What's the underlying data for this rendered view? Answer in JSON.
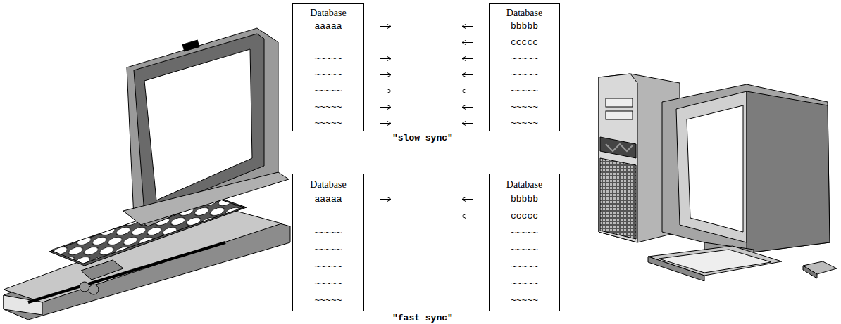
{
  "diagram": {
    "nodes": [
      {
        "text": [
          "Database",
          "aaaaa",
          "~~~~~",
          "~~~~~",
          "~~~~~",
          "~~~~~",
          "~~~~~"
        ]
      },
      {
        "text": [
          "Database",
          "bbbbb",
          "ccccc",
          "~~~~~",
          "~~~~~",
          "~~~~~",
          "~~~~~",
          "~~~~~"
        ]
      },
      {
        "text": [
          "Database",
          "aaaaa",
          "~~~~~",
          "~~~~~",
          "~~~~~",
          "~~~~~",
          "~~~~~"
        ]
      },
      {
        "text": [
          "Database",
          "bbbbb",
          "ccccc",
          "~~~~~",
          "~~~~~",
          "~~~~~",
          "~~~~~",
          "~~~~~"
        ]
      }
    ],
    "labels": [
      "\"slow sync\"",
      "\"fast sync\""
    ]
  }
}
